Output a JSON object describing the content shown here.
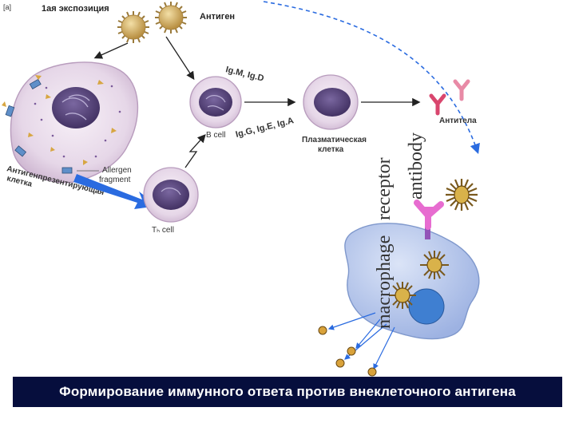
{
  "panel_tag": "[a]",
  "labels": {
    "first_exposure": "1ая экспозиция",
    "antigen": "Антиген",
    "igm_igd": "Ig.M, Ig.D",
    "igg_ige_iga": "Ig.G, Ig.E, Ig.A",
    "b_cell": "B cell",
    "plasma_cell_line1": "Плазматическая",
    "plasma_cell_line2": "клетка",
    "antibodies": "Антитела",
    "allergen_line1": "Allergen",
    "allergen_line2": "fragment",
    "th_cell": "Tₕ cell",
    "apc_line1": "Антигенпрезентирующая",
    "apc_line2": "клетка",
    "antibody_word": "antibody",
    "receptor_word": "receptor",
    "macrophage_word": "macrophage"
  },
  "caption": "Формирование иммунного ответа против внеклеточного антигена",
  "colors": {
    "caption_bg": "#060e3d",
    "caption_text": "#ffffff",
    "cell_fill": "#e9dcea",
    "nucleus": "#4f3d72",
    "antigen": "#d9b56a",
    "arrow_blue": "#2a6be0",
    "antibody_pink": "#d9466e",
    "receptor_magenta": "#e76cd0",
    "macrophage": "#b8c8ec",
    "macrophage_nucleus": "#3f7fd1"
  }
}
